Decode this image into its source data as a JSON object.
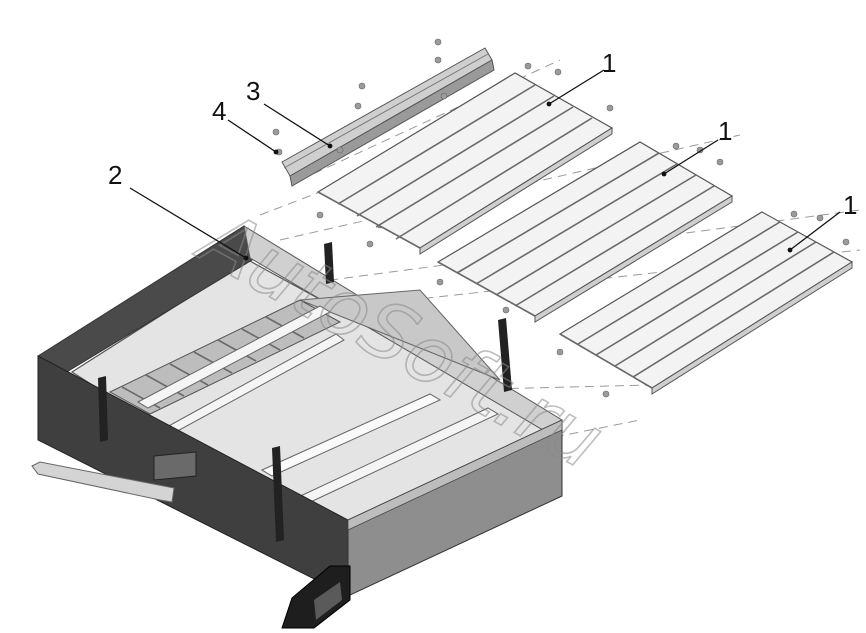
{
  "callouts": [
    {
      "id": "a",
      "text": "1"
    },
    {
      "id": "b",
      "text": "1"
    },
    {
      "id": "c",
      "text": "1"
    },
    {
      "id": "d",
      "text": "2"
    },
    {
      "id": "e",
      "text": "3"
    },
    {
      "id": "f",
      "text": "4"
    }
  ],
  "watermark": "AutoSoft.ru"
}
